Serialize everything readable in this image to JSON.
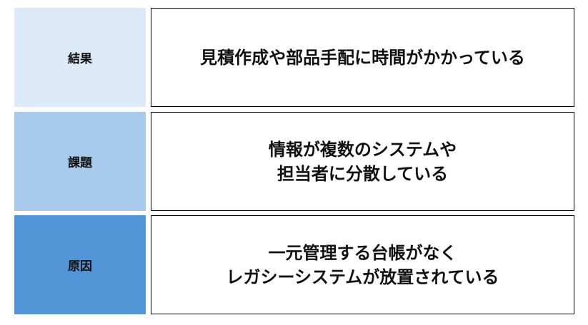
{
  "rows": [
    {
      "label": "結果",
      "label_color": "#dce9f6",
      "lines": [
        "見積作成や部品手配に時間がかかっている"
      ]
    },
    {
      "label": "課題",
      "label_color": "#a8cbed",
      "lines": [
        "情報が複数のシステムや",
        "担当者に分散している"
      ]
    },
    {
      "label": "原因",
      "label_color": "#5296d8",
      "lines": [
        "一元管理する台帳がなく",
        "レガシーシステムが放置されている"
      ]
    }
  ]
}
